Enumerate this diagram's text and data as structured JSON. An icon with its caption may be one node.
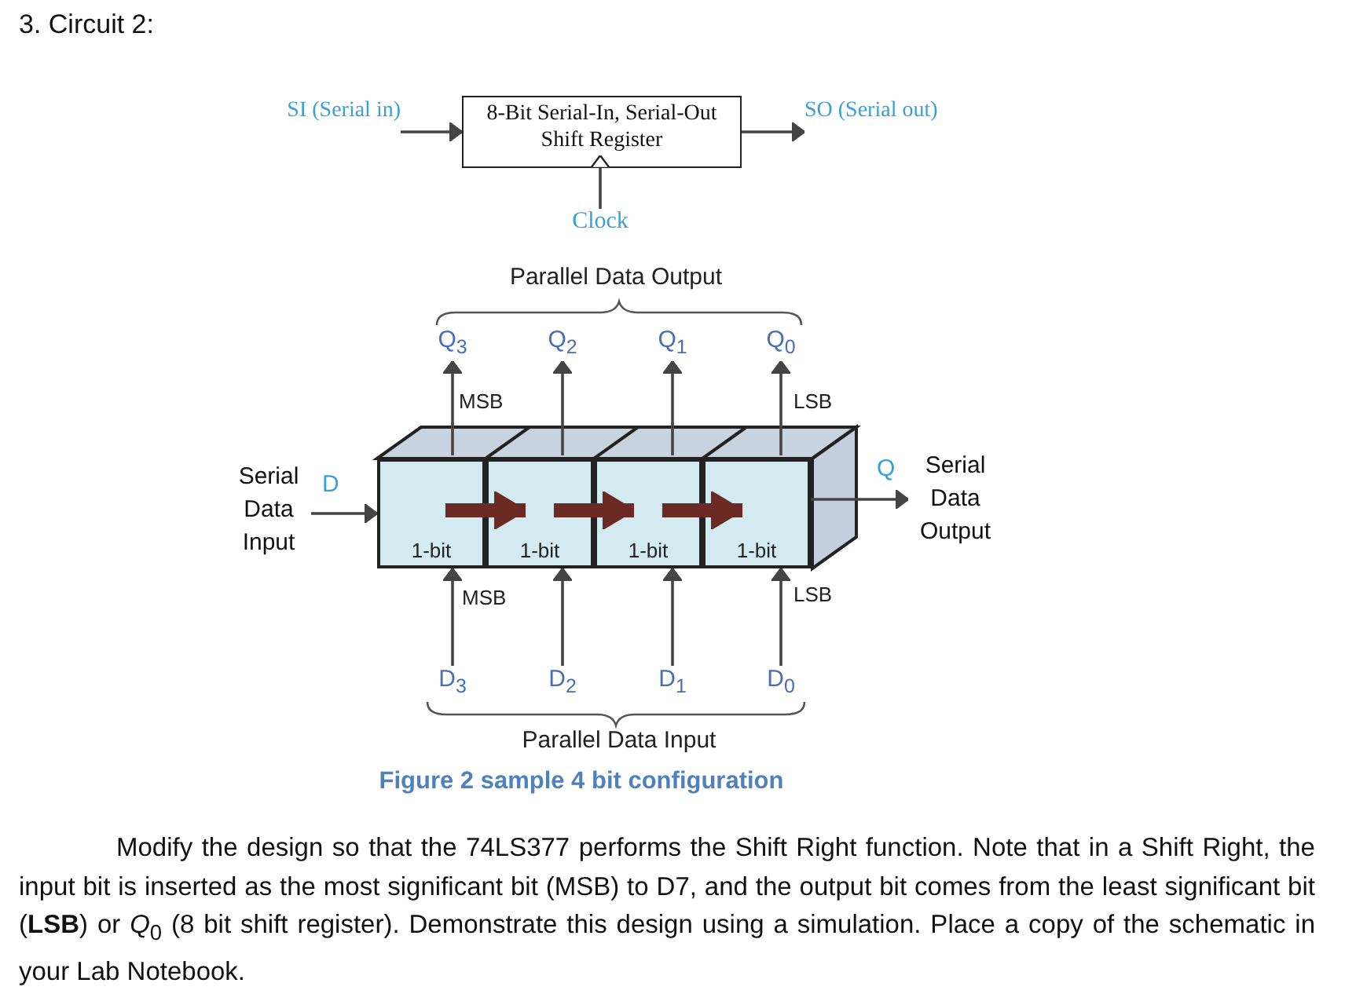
{
  "diagram": {
    "title": "3. Circuit 2:",
    "caption": "Figure 2 sample 4 bit configuration",
    "nodes": [
      {
        "text": [
          "SI (Serial in)"
        ]
      },
      {
        "text": [
          "8-Bit Serial-In, Serial-Out Shift Register"
        ]
      },
      {
        "text": [
          "SO (Serial out)"
        ]
      },
      {
        "text": [
          "Clock"
        ]
      },
      {
        "text": [
          "Serial Data Input"
        ]
      },
      {
        "text": [
          "1-bit"
        ]
      },
      {
        "text": [
          "1-bit"
        ]
      },
      {
        "text": [
          "1-bit"
        ]
      },
      {
        "text": [
          "1-bit"
        ]
      },
      {
        "text": [
          "Serial Data Output"
        ]
      },
      {
        "text": [
          "Q$_{3}$"
        ]
      },
      {
        "text": [
          "Q$_{2}$"
        ]
      },
      {
        "text": [
          "Q$_{1}$"
        ]
      },
      {
        "text": [
          "Q$_{0}$"
        ]
      },
      {
        "text": [
          "D$_{3}$"
        ]
      },
      {
        "text": [
          "D$_{2}$"
        ]
      },
      {
        "text": [
          "D$_{1}$"
        ]
      },
      {
        "text": [
          "D$_{0}$"
        ]
      }
    ],
    "edges": [
      {
        "from": 0,
        "to": 1,
        "arrow": "to"
      },
      {
        "from": 1,
        "to": 2,
        "arrow": "to"
      },
      {
        "from": 3,
        "to": 1,
        "arrow": "to"
      },
      {
        "from": 4,
        "to": 5,
        "arrow": "to"
      },
      {
        "from": 5,
        "to": 6,
        "arrow": "to",
        "style": "thick",
        "color": "#6b2a24"
      },
      {
        "from": 6,
        "to": 7,
        "arrow": "to",
        "style": "thick",
        "color": "#6b2a24"
      },
      {
        "from": 7,
        "to": 8,
        "arrow": "to",
        "style": "thick",
        "color": "#6b2a24"
      },
      {
        "from": 8,
        "to": 9,
        "arrow": "to"
      },
      {
        "from": 5,
        "to": 10,
        "arrow": "to"
      },
      {
        "from": 6,
        "to": 11,
        "arrow": "to"
      },
      {
        "from": 7,
        "to": 12,
        "arrow": "to"
      },
      {
        "from": 8,
        "to": 13,
        "arrow": "to"
      },
      {
        "from": 14,
        "to": 5,
        "arrow": "to"
      },
      {
        "from": 15,
        "to": 6,
        "arrow": "to"
      },
      {
        "from": 16,
        "to": 7,
        "arrow": "to"
      },
      {
        "from": 17,
        "to": 8,
        "arrow": "to"
      }
    ],
    "labels": [
      "Parallel Data Output",
      "MSB",
      "LSB",
      "D",
      "Q",
      "MSB",
      "LSB",
      "Parallel Data Input",
      "Modify the design so that the 74LS377 performs the Shift Right function. Note that in a Shift Right, the input bit is inserted as the most significant bit (MSB) to D7, and the output bit comes from the least significant bit (**LSB**) or *Q*$_{0}$ (8 bit shift register). Demonstrate this design using a simulation. Place a copy of the schematic in your Lab Notebook."
    ]
  }
}
